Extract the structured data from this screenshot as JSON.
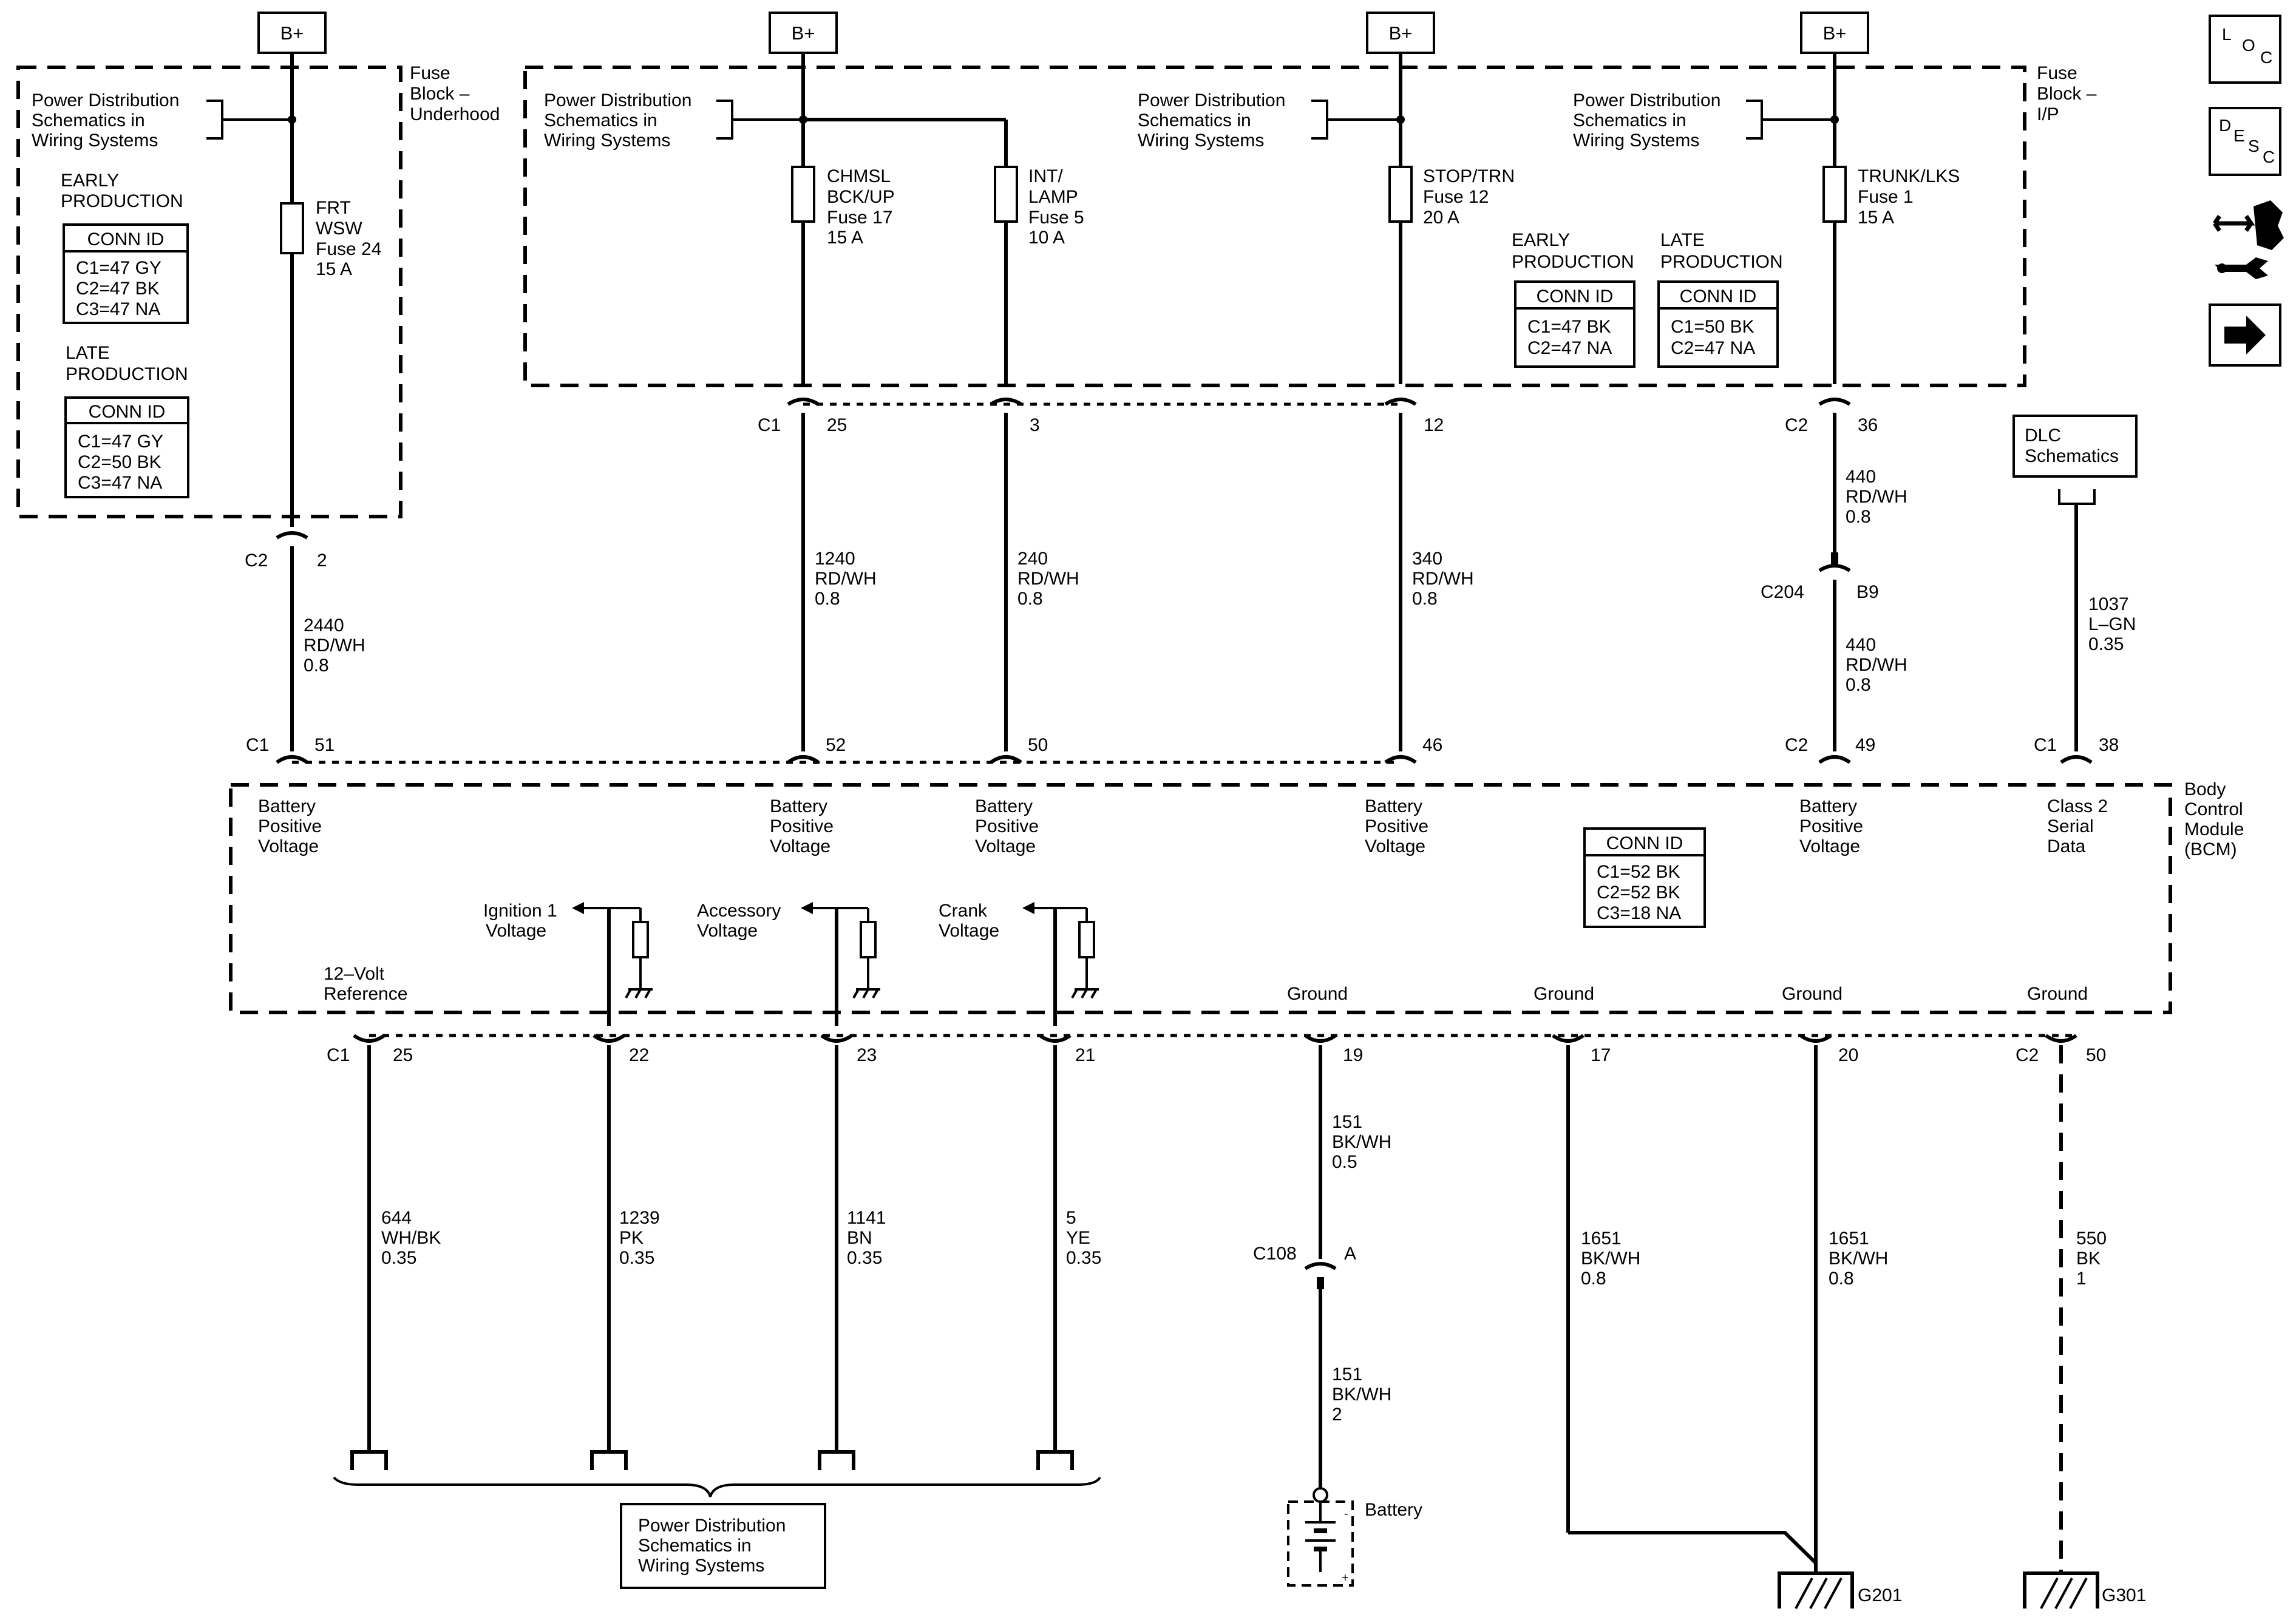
{
  "b_plus": "B+",
  "fuse_blocks": {
    "underhood": [
      "Fuse",
      "Block –",
      "Underhood"
    ],
    "ip": [
      "Fuse",
      "Block –",
      "I/P"
    ]
  },
  "power_dist": [
    "Power Distribution",
    "Schematics in",
    "Wiring Systems"
  ],
  "fuses": {
    "frt": [
      "FRT",
      "WSW",
      "Fuse 24",
      "15 A"
    ],
    "chmsl": [
      "CHMSL",
      "BCK/UP",
      "Fuse 17",
      "15 A"
    ],
    "int": [
      "INT/",
      "LAMP",
      "Fuse 5",
      "10 A"
    ],
    "stop": [
      "STOP/TRN",
      "Fuse 12",
      "20 A"
    ],
    "trunk": [
      "TRUNK/LKS",
      "Fuse 1",
      "15 A"
    ]
  },
  "production": {
    "early": [
      "EARLY",
      "PRODUCTION"
    ],
    "late": [
      "LATE",
      "PRODUCTION"
    ]
  },
  "conn_title": "CONN ID",
  "conn_tables": {
    "underhood_early": [
      "C1=47 GY",
      "C2=47 BK",
      "C3=47 NA"
    ],
    "underhood_late": [
      "C1=47 GY",
      "C2=50 BK",
      "C3=47 NA"
    ],
    "ip_early": [
      "C1=47 BK",
      "C2=47 NA"
    ],
    "ip_late": [
      "C1=50 BK",
      "C2=47 NA"
    ],
    "bcm": [
      "C1=52 BK",
      "C2=52 BK",
      "C3=18 NA"
    ]
  },
  "connectors": {
    "C1": "C1",
    "C2": "C2",
    "C204": "C204",
    "C108": "C108",
    "pins": {
      "fb_c2_2": "2",
      "fb_c1_25": "25",
      "fb_c1_3": "3",
      "fb_c1_12": "12",
      "fb_c2_36": "36",
      "c204_b9": "B9",
      "bcm_51": "51",
      "bcm_52": "52",
      "bcm_50": "50",
      "bcm_46": "46",
      "bcm_49": "49",
      "bcm_38": "38",
      "bcm_25": "25",
      "bcm_22": "22",
      "bcm_23": "23",
      "bcm_21": "21",
      "bcm_19": "19",
      "bcm_17": "17",
      "bcm_20": "20",
      "bcm_50b": "50",
      "c108_a": "A"
    }
  },
  "wires": {
    "w2440": [
      "2440",
      "RD/WH",
      "0.8"
    ],
    "w1240": [
      "1240",
      "RD/WH",
      "0.8"
    ],
    "w240": [
      "240",
      "RD/WH",
      "0.8"
    ],
    "w340": [
      "340",
      "RD/WH",
      "0.8"
    ],
    "w440a": [
      "440",
      "RD/WH",
      "0.8"
    ],
    "w440b": [
      "440",
      "RD/WH",
      "0.8"
    ],
    "w1037": [
      "1037",
      "L–GN",
      "0.35"
    ],
    "w644": [
      "644",
      "WH/BK",
      "0.35"
    ],
    "w1239": [
      "1239",
      "PK",
      "0.35"
    ],
    "w1141": [
      "1141",
      "BN",
      "0.35"
    ],
    "w5": [
      "5",
      "YE",
      "0.35"
    ],
    "w151a": [
      "151",
      "BK/WH",
      "0.5"
    ],
    "w151b": [
      "151",
      "BK/WH",
      "2"
    ],
    "w1651a": [
      "1651",
      "BK/WH",
      "0.8"
    ],
    "w1651b": [
      "1651",
      "BK/WH",
      "0.8"
    ],
    "w550": [
      "550",
      "BK",
      "1"
    ]
  },
  "bcm": {
    "name": [
      "Body",
      "Control",
      "Module",
      "(BCM)"
    ],
    "battery_positive": [
      "Battery",
      "Positive",
      "Voltage"
    ],
    "class2": [
      "Class 2",
      "Serial",
      "Data"
    ],
    "ignition": [
      "Ignition 1",
      "Voltage"
    ],
    "accessory": [
      "Accessory",
      "Voltage"
    ],
    "crank": [
      "Crank",
      "Voltage"
    ],
    "ref12": [
      "12–Volt",
      "Reference"
    ],
    "ground": "Ground"
  },
  "dlc": [
    "DLC",
    "Schematics"
  ],
  "battery_label": "Battery",
  "grounds": {
    "g201": "G201",
    "g301": "G301"
  },
  "nav_icons": [
    {
      "name": "loc-icon",
      "letters": [
        "L",
        "O",
        "C"
      ]
    },
    {
      "name": "desc-icon",
      "letters": [
        "D",
        "E",
        "S",
        "C"
      ]
    },
    {
      "name": "connector-wrench-icon"
    },
    {
      "name": "next-arrow-icon"
    }
  ]
}
